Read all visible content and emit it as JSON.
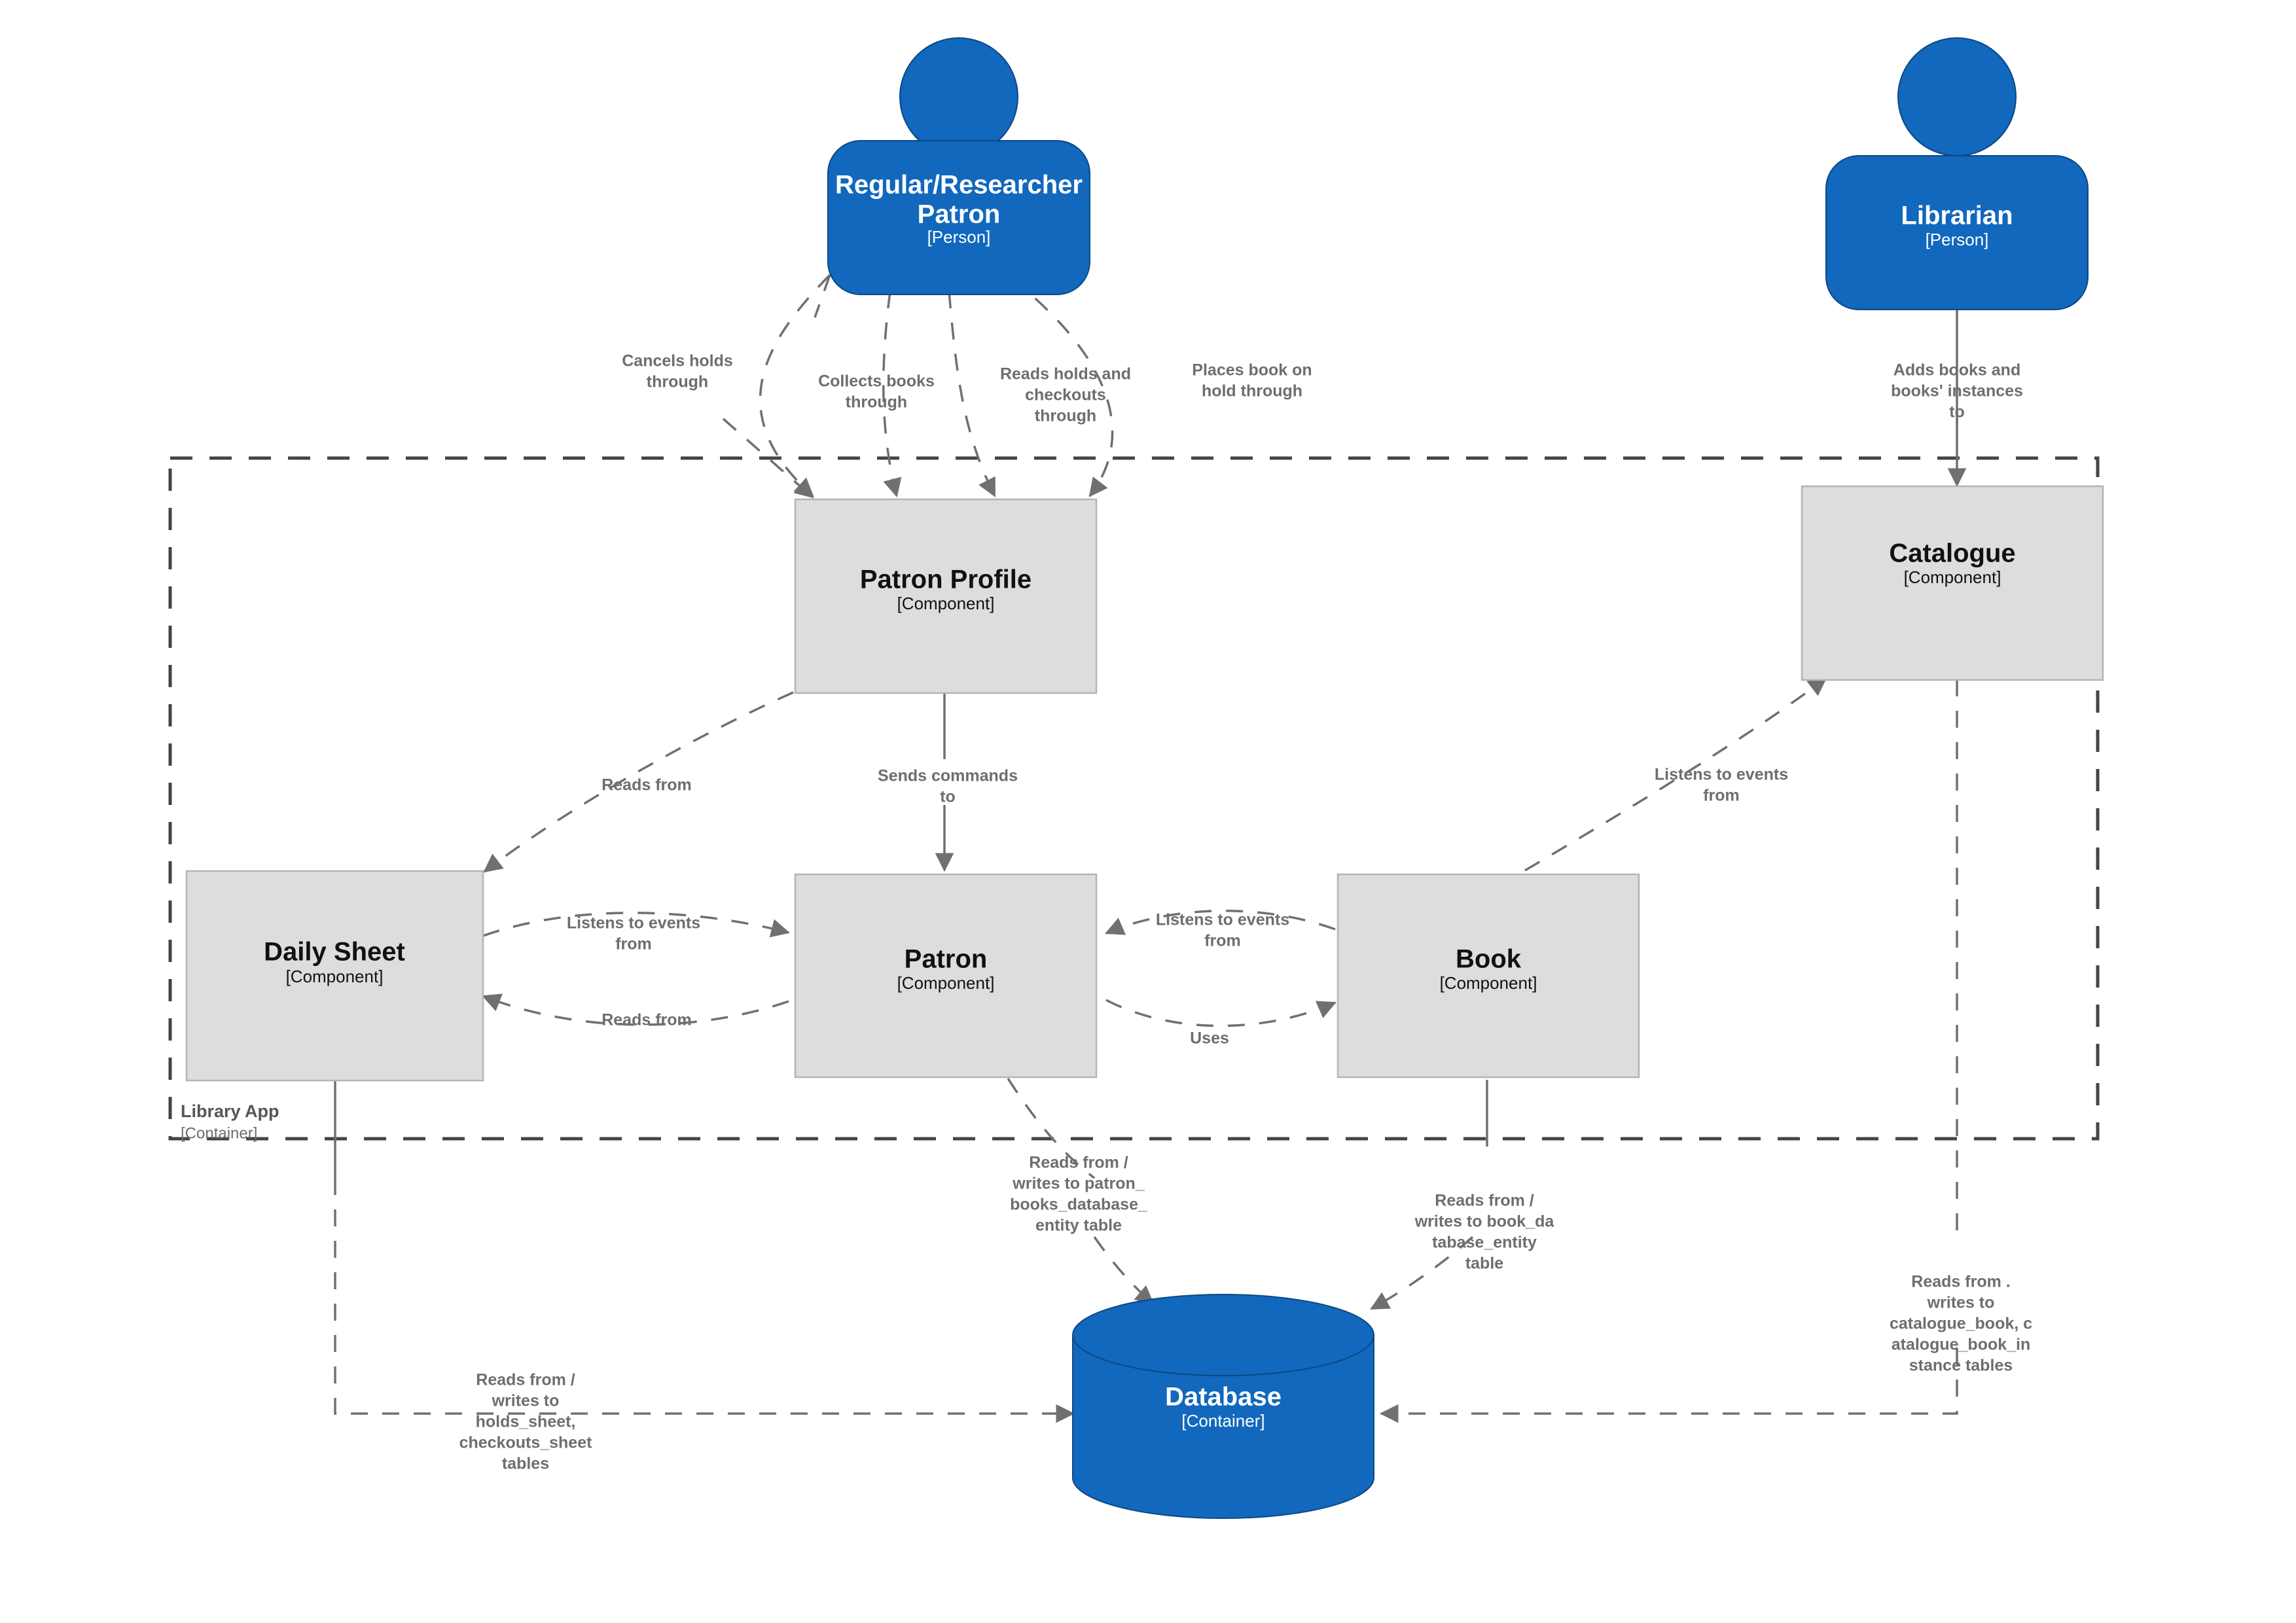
{
  "diagram": {
    "type": "c4-component",
    "boundary": {
      "name": "Library App",
      "tech": "[Container]"
    },
    "nodes": [
      {
        "id": "patron_person",
        "label": "Regular/Researcher\nPatron",
        "line1": "Regular/Researcher",
        "line2": "Patron",
        "tech": "[Person]",
        "shape": "person",
        "color": "#1168bd"
      },
      {
        "id": "librarian",
        "label": "Librarian",
        "line1": "Librarian",
        "line2": "",
        "tech": "[Person]",
        "shape": "person",
        "color": "#1168bd"
      },
      {
        "id": "patron_profile",
        "label": "Patron Profile",
        "tech": "[Component]",
        "shape": "component",
        "color": "#dddddd"
      },
      {
        "id": "catalogue",
        "label": "Catalogue",
        "tech": "[Component]",
        "shape": "component",
        "color": "#dddddd"
      },
      {
        "id": "daily_sheet",
        "label": "Daily Sheet",
        "tech": "[Component]",
        "shape": "component",
        "color": "#dddddd"
      },
      {
        "id": "patron",
        "label": "Patron",
        "tech": "[Component]",
        "shape": "component",
        "color": "#dddddd"
      },
      {
        "id": "book",
        "label": "Book",
        "tech": "[Component]",
        "shape": "component",
        "color": "#dddddd"
      },
      {
        "id": "database",
        "label": "Database",
        "tech": "[Container]",
        "shape": "cylinder",
        "color": "#1168bd"
      }
    ],
    "relationships": [
      {
        "id": "r1",
        "from": "patron_person",
        "to": "patron_profile",
        "lines": [
          "Cancels holds",
          "through"
        ]
      },
      {
        "id": "r2",
        "from": "patron_person",
        "to": "patron_profile",
        "lines": [
          "Collects books",
          "through"
        ]
      },
      {
        "id": "r3",
        "from": "patron_person",
        "to": "patron_profile",
        "lines": [
          "Reads holds and",
          "checkouts",
          "through"
        ]
      },
      {
        "id": "r4",
        "from": "patron_person",
        "to": "patron_profile",
        "lines": [
          "Places book on",
          "hold through"
        ]
      },
      {
        "id": "r5",
        "from": "librarian",
        "to": "catalogue",
        "lines": [
          "Adds books and",
          "books' instances",
          "to"
        ]
      },
      {
        "id": "r6",
        "from": "patron_profile",
        "to": "daily_sheet",
        "lines": [
          "Reads from"
        ]
      },
      {
        "id": "r7",
        "from": "patron_profile",
        "to": "patron",
        "lines": [
          "Sends commands",
          "to"
        ]
      },
      {
        "id": "r8",
        "from": "daily_sheet",
        "to": "patron",
        "lines": [
          "Listens to events",
          "from"
        ]
      },
      {
        "id": "r9",
        "from": "patron",
        "to": "daily_sheet",
        "lines": [
          "Reads from"
        ]
      },
      {
        "id": "r10",
        "from": "book",
        "to": "patron",
        "lines": [
          "Listens to events",
          "from"
        ]
      },
      {
        "id": "r11",
        "from": "patron",
        "to": "book",
        "lines": [
          "Uses"
        ]
      },
      {
        "id": "r12",
        "from": "book",
        "to": "catalogue",
        "lines": [
          "Listens to events",
          "from"
        ]
      },
      {
        "id": "r13",
        "from": "patron",
        "to": "database",
        "lines": [
          "Reads from /",
          "writes to patron_",
          "books_database_",
          "entity table"
        ]
      },
      {
        "id": "r14",
        "from": "book",
        "to": "database",
        "lines": [
          "Reads from /",
          "writes to book_da",
          "tabase_entity",
          "table"
        ]
      },
      {
        "id": "r15",
        "from": "catalogue",
        "to": "database",
        "lines": [
          "Reads from .",
          "writes to",
          "catalogue_book, c",
          "atalogue_book_in",
          "stance tables"
        ]
      },
      {
        "id": "r16",
        "from": "daily_sheet",
        "to": "database",
        "lines": [
          "Reads from /",
          "writes to",
          "holds_sheet,",
          "checkouts_sheet",
          "tables"
        ]
      }
    ],
    "colors": {
      "person": "#1168bd",
      "person_stroke": "#0b4884",
      "component": "#dddddd",
      "component_stroke": "#b4b4b4",
      "container": "#1168bd",
      "relationship": "#707070",
      "label_text": "#6e6e6e",
      "boundary": "#444444",
      "background": "#ffffff"
    }
  }
}
